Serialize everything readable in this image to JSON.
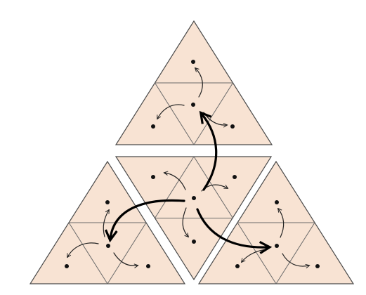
{
  "figure": {
    "background": "#ffffff",
    "triangle_fill": "#f8e3d3",
    "triangle_stroke": "#4a4a4a",
    "subdivision_stroke": "#6a6a6a",
    "dot_color": "#111111",
    "arrow_color": "#222222",
    "thick_arrow_color": "#000000",
    "triangles": [
      {
        "id": "top",
        "orientation": "up",
        "dots": 4,
        "arrows": 3
      },
      {
        "id": "center",
        "orientation": "down",
        "dots": 4,
        "arrows": 3
      },
      {
        "id": "bottom-left",
        "orientation": "up",
        "dots": 4,
        "arrows": 3
      },
      {
        "id": "bottom-right",
        "orientation": "up",
        "dots": 4,
        "arrows": 3
      }
    ],
    "links": [
      {
        "from": "center",
        "to": "top"
      },
      {
        "from": "center",
        "to": "bottom-left"
      },
      {
        "from": "center",
        "to": "bottom-right"
      }
    ]
  }
}
